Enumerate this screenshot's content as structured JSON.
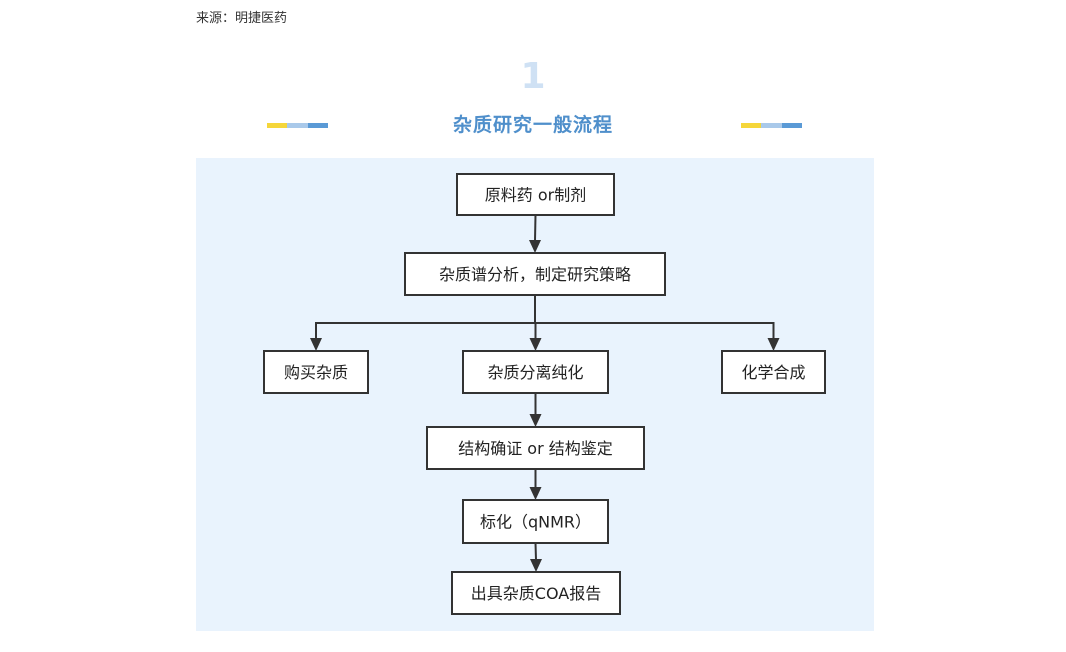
{
  "source_label": "来源：明捷医药",
  "section": {
    "number": "1",
    "title": "杂质研究一般流程"
  },
  "colors": {
    "accent_yellow": "#f5d63a",
    "accent_light_blue": "#a9c9ea",
    "accent_blue": "#5a9ad6",
    "panel_bg": "#e9f3fd",
    "title_blue": "#4f8fcb"
  },
  "flowchart": {
    "nodes": [
      {
        "id": "n1",
        "label": "原料药 or制剂"
      },
      {
        "id": "n2",
        "label": "杂质谱分析，制定研究策略"
      },
      {
        "id": "n3",
        "label": "购买杂质"
      },
      {
        "id": "n4",
        "label": "杂质分离纯化"
      },
      {
        "id": "n5",
        "label": "化学合成"
      },
      {
        "id": "n6",
        "label": "结构确证 or 结构鉴定"
      },
      {
        "id": "n7",
        "label": "标化（qNMR）"
      },
      {
        "id": "n8",
        "label": "出具杂质COA报告"
      }
    ],
    "edges": [
      {
        "from": "n1",
        "to": "n2"
      },
      {
        "from": "n2",
        "to": "n3"
      },
      {
        "from": "n2",
        "to": "n4"
      },
      {
        "from": "n2",
        "to": "n5"
      },
      {
        "from": "n4",
        "to": "n6"
      },
      {
        "from": "n6",
        "to": "n7"
      },
      {
        "from": "n7",
        "to": "n8"
      }
    ]
  }
}
